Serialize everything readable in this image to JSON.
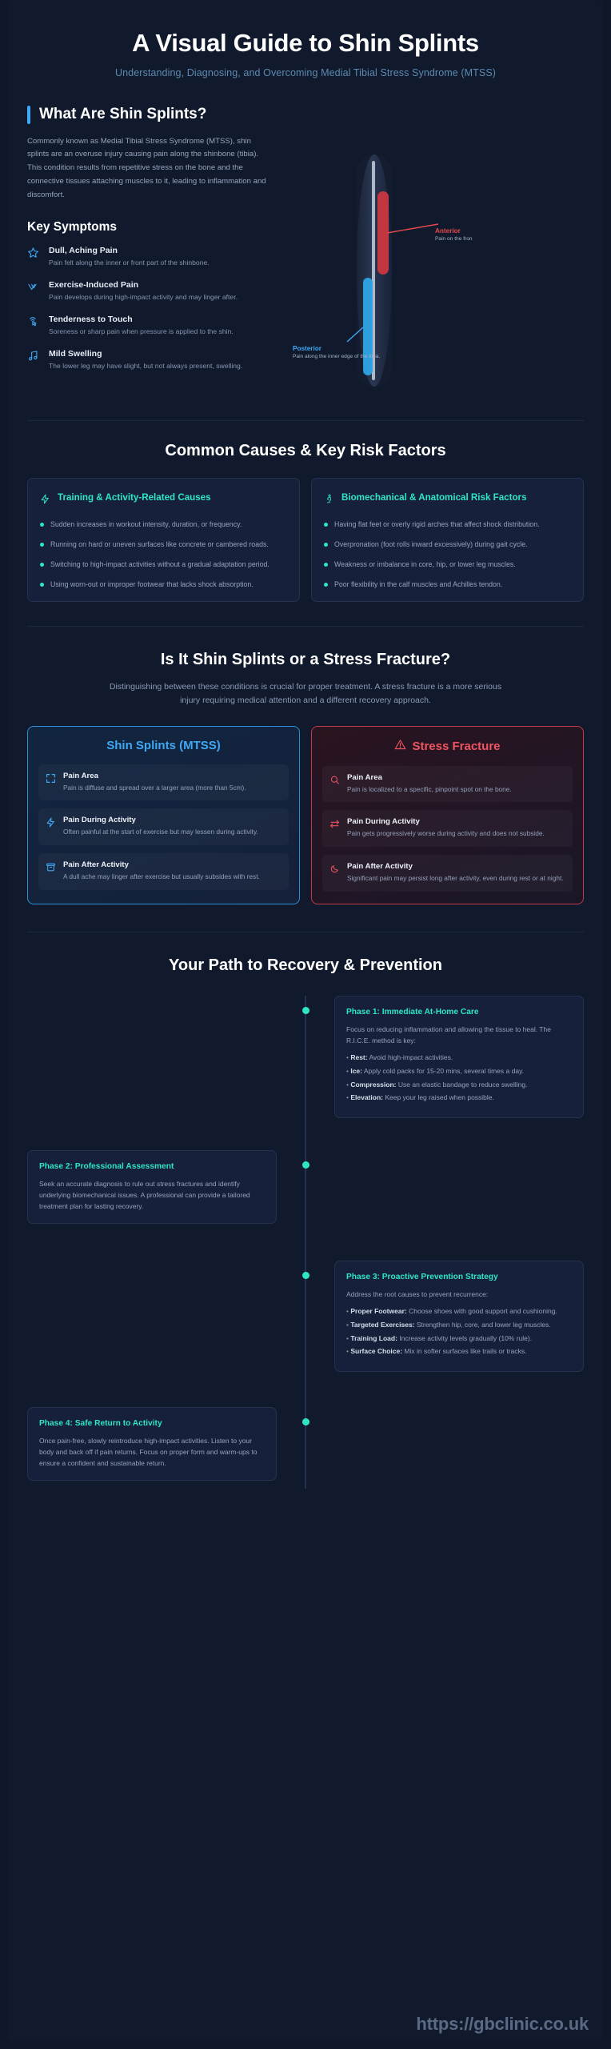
{
  "hero": {
    "title": "A Visual Guide to Shin Splints",
    "subtitle": "Understanding, Diagnosing, and Overcoming Medial Tibial Stress Syndrome (MTSS)"
  },
  "intro": {
    "heading": "What Are Shin Splints?",
    "body": "Commonly known as Medial Tibial Stress Syndrome (MTSS), shin splints are an overuse injury causing pain along the shinbone (tibia). This condition results from repetitive stress on the bone and the connective tissues attaching muscles to it, leading to inflammation and discomfort.",
    "symptoms_heading": "Key Symptoms",
    "symptoms": [
      {
        "icon": "star-icon",
        "title": "Dull, Aching Pain",
        "desc": "Pain felt along the inner or front part of the shinbone."
      },
      {
        "icon": "double-check-icon",
        "title": "Exercise-Induced Pain",
        "desc": "Pain develops during high-impact activity and may linger after."
      },
      {
        "icon": "touch-pointer-icon",
        "title": "Tenderness to Touch",
        "desc": "Soreness or sharp pain when pressure is applied to the shin."
      },
      {
        "icon": "music-note-icon",
        "title": "Mild Swelling",
        "desc": "The lower leg may have slight, but not always present, swelling."
      }
    ]
  },
  "leg_diagram": {
    "anterior": {
      "label": "Anterior",
      "desc": "Pain on the fron",
      "color": "#e5484d"
    },
    "posterior": {
      "label": "Posterior",
      "desc": "Pain along the inner edge of the tibia.",
      "color": "#3fa9f5"
    }
  },
  "causes": {
    "heading": "Common Causes & Key Risk Factors",
    "cards": [
      {
        "icon": "lightning-bolt-icon",
        "title": "Training & Activity-Related Causes",
        "items": [
          "Sudden increases in workout intensity, duration, or frequency.",
          "Running on hard or uneven surfaces like concrete or cambered roads.",
          "Switching to high-impact activities without a gradual adaptation period.",
          "Using worn-out or improper footwear that lacks shock absorption."
        ]
      },
      {
        "icon": "anatomy-person-icon",
        "title": "Biomechanical & Anatomical Risk Factors",
        "items": [
          "Having flat feet or overly rigid arches that affect shock distribution.",
          "Overpronation (foot rolls inward excessively) during gait cycle.",
          "Weakness or imbalance in core, hip, or lower leg muscles.",
          "Poor flexibility in the calf muscles and Achilles tendon."
        ]
      }
    ]
  },
  "comparison": {
    "heading": "Is It Shin Splints or a Stress Fracture?",
    "subheading": "Distinguishing between these conditions is crucial for proper treatment. A stress fracture is a more serious injury requiring medical attention and a different recovery approach.",
    "mtss": {
      "title": "Shin Splints (MTSS)",
      "rows": [
        {
          "icon": "expand-arrows-icon",
          "label": "Pain Area",
          "desc": "Pain is diffuse and spread over a larger area (more than 5cm)."
        },
        {
          "icon": "lightning-bolt-icon",
          "label": "Pain During Activity",
          "desc": "Often painful at the start of exercise but may lessen during activity."
        },
        {
          "icon": "archive-box-icon",
          "label": "Pain After Activity",
          "desc": "A dull ache may linger after exercise but usually subsides with rest."
        }
      ]
    },
    "stress_fracture": {
      "title": "Stress Fracture",
      "title_icon": "warning-triangle-icon",
      "rows": [
        {
          "icon": "magnifier-icon",
          "label": "Pain Area",
          "desc": "Pain is localized to a specific, pinpoint spot on the bone."
        },
        {
          "icon": "swap-arrows-icon",
          "label": "Pain During Activity",
          "desc": "Pain gets progressively worse during activity and does not subside."
        },
        {
          "icon": "moon-icon",
          "label": "Pain After Activity",
          "desc": "Significant pain may persist long after activity, even during rest or at night."
        }
      ]
    }
  },
  "recovery": {
    "heading": "Your Path to Recovery & Prevention",
    "phases": [
      {
        "side": "right",
        "title": "Phase 1: Immediate At-Home Care",
        "body": "Focus on reducing inflammation and allowing the tissue to heal. The R.I.C.E. method is key:",
        "list": [
          {
            "term": "Rest:",
            "text": " Avoid high-impact activities."
          },
          {
            "term": "Ice:",
            "text": " Apply cold packs for 15-20 mins, several times a day."
          },
          {
            "term": "Compression:",
            "text": " Use an elastic bandage to reduce swelling."
          },
          {
            "term": "Elevation:",
            "text": " Keep your leg raised when possible."
          }
        ]
      },
      {
        "side": "left",
        "title": "Phase 2: Professional Assessment",
        "body": "Seek an accurate diagnosis to rule out stress fractures and identify underlying biomechanical issues. A professional can provide a tailored treatment plan for lasting recovery.",
        "list": []
      },
      {
        "side": "right",
        "title": "Phase 3: Proactive Prevention Strategy",
        "body": "Address the root causes to prevent recurrence:",
        "list": [
          {
            "term": "Proper Footwear:",
            "text": " Choose shoes with good support and cushioning."
          },
          {
            "term": "Targeted Exercises:",
            "text": " Strengthen hip, core, and lower leg muscles."
          },
          {
            "term": "Training Load:",
            "text": " Increase activity levels gradually (10% rule)."
          },
          {
            "term": "Surface Choice:",
            "text": " Mix in softer surfaces like trails or tracks."
          }
        ]
      },
      {
        "side": "left",
        "title": "Phase 4: Safe Return to Activity",
        "body": "Once pain-free, slowly reintroduce high-impact activities. Listen to your body and back off if pain returns. Focus on proper form and warm-ups to ensure a confident and sustainable return.",
        "list": []
      }
    ]
  },
  "footer": {
    "url": "https://gbclinic.co.uk"
  },
  "colors": {
    "background": "#111a2d",
    "accent_blue": "#3fa9f5",
    "accent_teal": "#2ee6c5",
    "accent_red": "#f05561"
  }
}
